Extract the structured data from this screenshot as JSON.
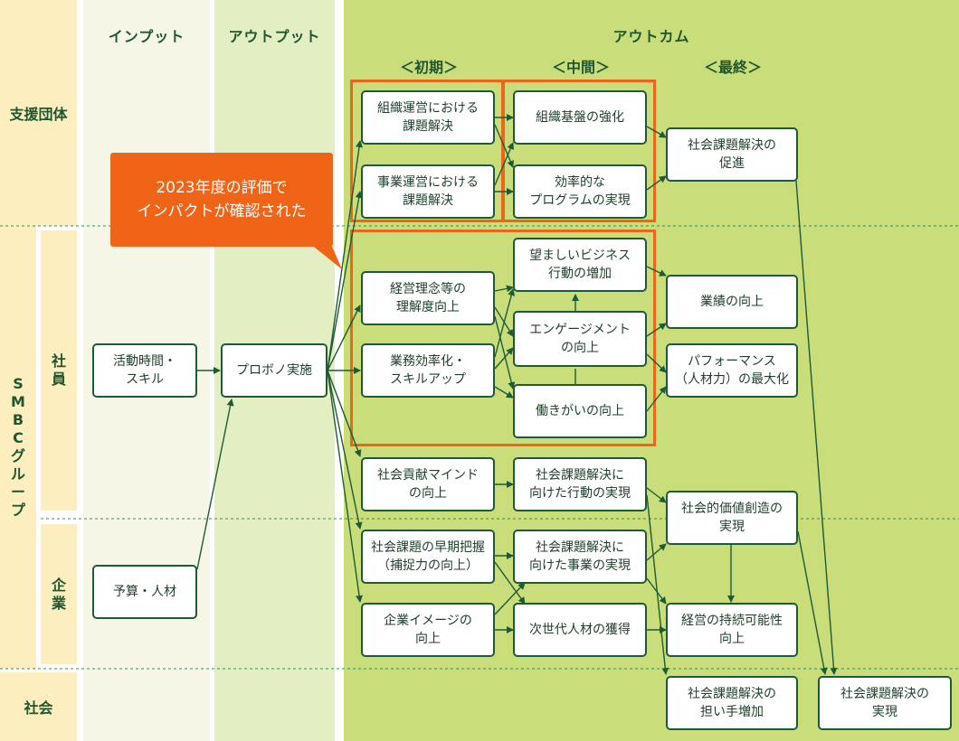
{
  "colors": {
    "row_band": "#fdeec0",
    "col_input": "#f6f6e6",
    "col_output": "#e3eec3",
    "col_outcome": "#c9de7b",
    "node_border": "#1f5a36",
    "arrow": "#1f5a36",
    "highlight": "#f06418",
    "text_dark": "#1f5630"
  },
  "columns": {
    "input": "インプット",
    "output": "アウトプット",
    "outcome": "アウトカム"
  },
  "stages": {
    "initial": "＜初期＞",
    "middle": "＜中間＞",
    "final": "＜最終＞"
  },
  "rows": {
    "support": "支援団体",
    "smbc": "SMBCグループ",
    "employee": "社員",
    "company": "企業",
    "society": "社会"
  },
  "callout": "2023年度の評価で\nインパクトが確認された",
  "nodes": [
    {
      "id": "n_org_issue",
      "label": "組織運営における\n課題解決"
    },
    {
      "id": "n_biz_issue",
      "label": "事業運営における\n課題解決"
    },
    {
      "id": "n_org_base",
      "label": "組織基盤の強化"
    },
    {
      "id": "n_program",
      "label": "効率的な\nプログラムの実現"
    },
    {
      "id": "n_promote",
      "label": "社会課題解決の\n促進"
    },
    {
      "id": "n_behavior",
      "label": "望ましいビジネス\n行動の増加"
    },
    {
      "id": "n_philosophy",
      "label": "経営理念等の\n理解度向上"
    },
    {
      "id": "n_performance",
      "label": "業績の向上"
    },
    {
      "id": "n_engagement",
      "label": "エンゲージメント\nの向上"
    },
    {
      "id": "n_time",
      "label": "活動時間・\nスキル"
    },
    {
      "id": "n_probono",
      "label": "プロボノ実施"
    },
    {
      "id": "n_efficiency",
      "label": "業務効率化・\nスキルアップ"
    },
    {
      "id": "n_perfmax",
      "label": "パフォーマンス\n（人材力）の最大化"
    },
    {
      "id": "n_worth",
      "label": "働きがいの向上"
    },
    {
      "id": "n_mind",
      "label": "社会貢献マインド\nの向上"
    },
    {
      "id": "n_action",
      "label": "社会課題解決に\n向けた行動の実現"
    },
    {
      "id": "n_value",
      "label": "社会的価値創造の\n実現"
    },
    {
      "id": "n_early",
      "label": "社会課題の早期把握\n（捕捉力の向上）"
    },
    {
      "id": "n_bizreal",
      "label": "社会課題解決に\n向けた事業の実現"
    },
    {
      "id": "n_budget",
      "label": "予算・人材"
    },
    {
      "id": "n_image",
      "label": "企業イメージの\n向上"
    },
    {
      "id": "n_nextgen",
      "label": "次世代人材の獲得"
    },
    {
      "id": "n_sustain",
      "label": "経営の持続可能性\n向上"
    },
    {
      "id": "n_bearers",
      "label": "社会課題解決の\n担い手増加"
    },
    {
      "id": "n_solve",
      "label": "社会課題解決の\n実現"
    }
  ]
}
